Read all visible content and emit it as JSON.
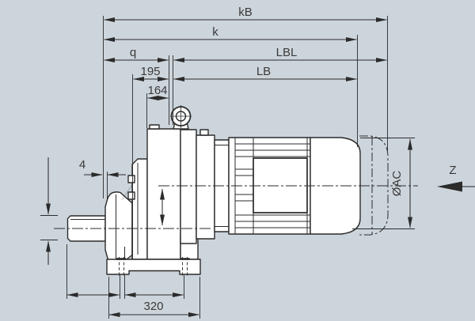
{
  "colors": {
    "background": "#cdd5dc",
    "line": "#2b2b2b",
    "text": "#3a3a3a",
    "fill": "#ffffff"
  },
  "dim_labels": {
    "kb": "kB",
    "k": "k",
    "q": "q",
    "lbl": "LBL",
    "lb": "LB",
    "len_195": "195",
    "len_164": "164",
    "gap_4": "4",
    "foot_320": "320"
  },
  "annotations": {
    "diameter_label": "ØAC",
    "view_arrow_label": "Z"
  }
}
